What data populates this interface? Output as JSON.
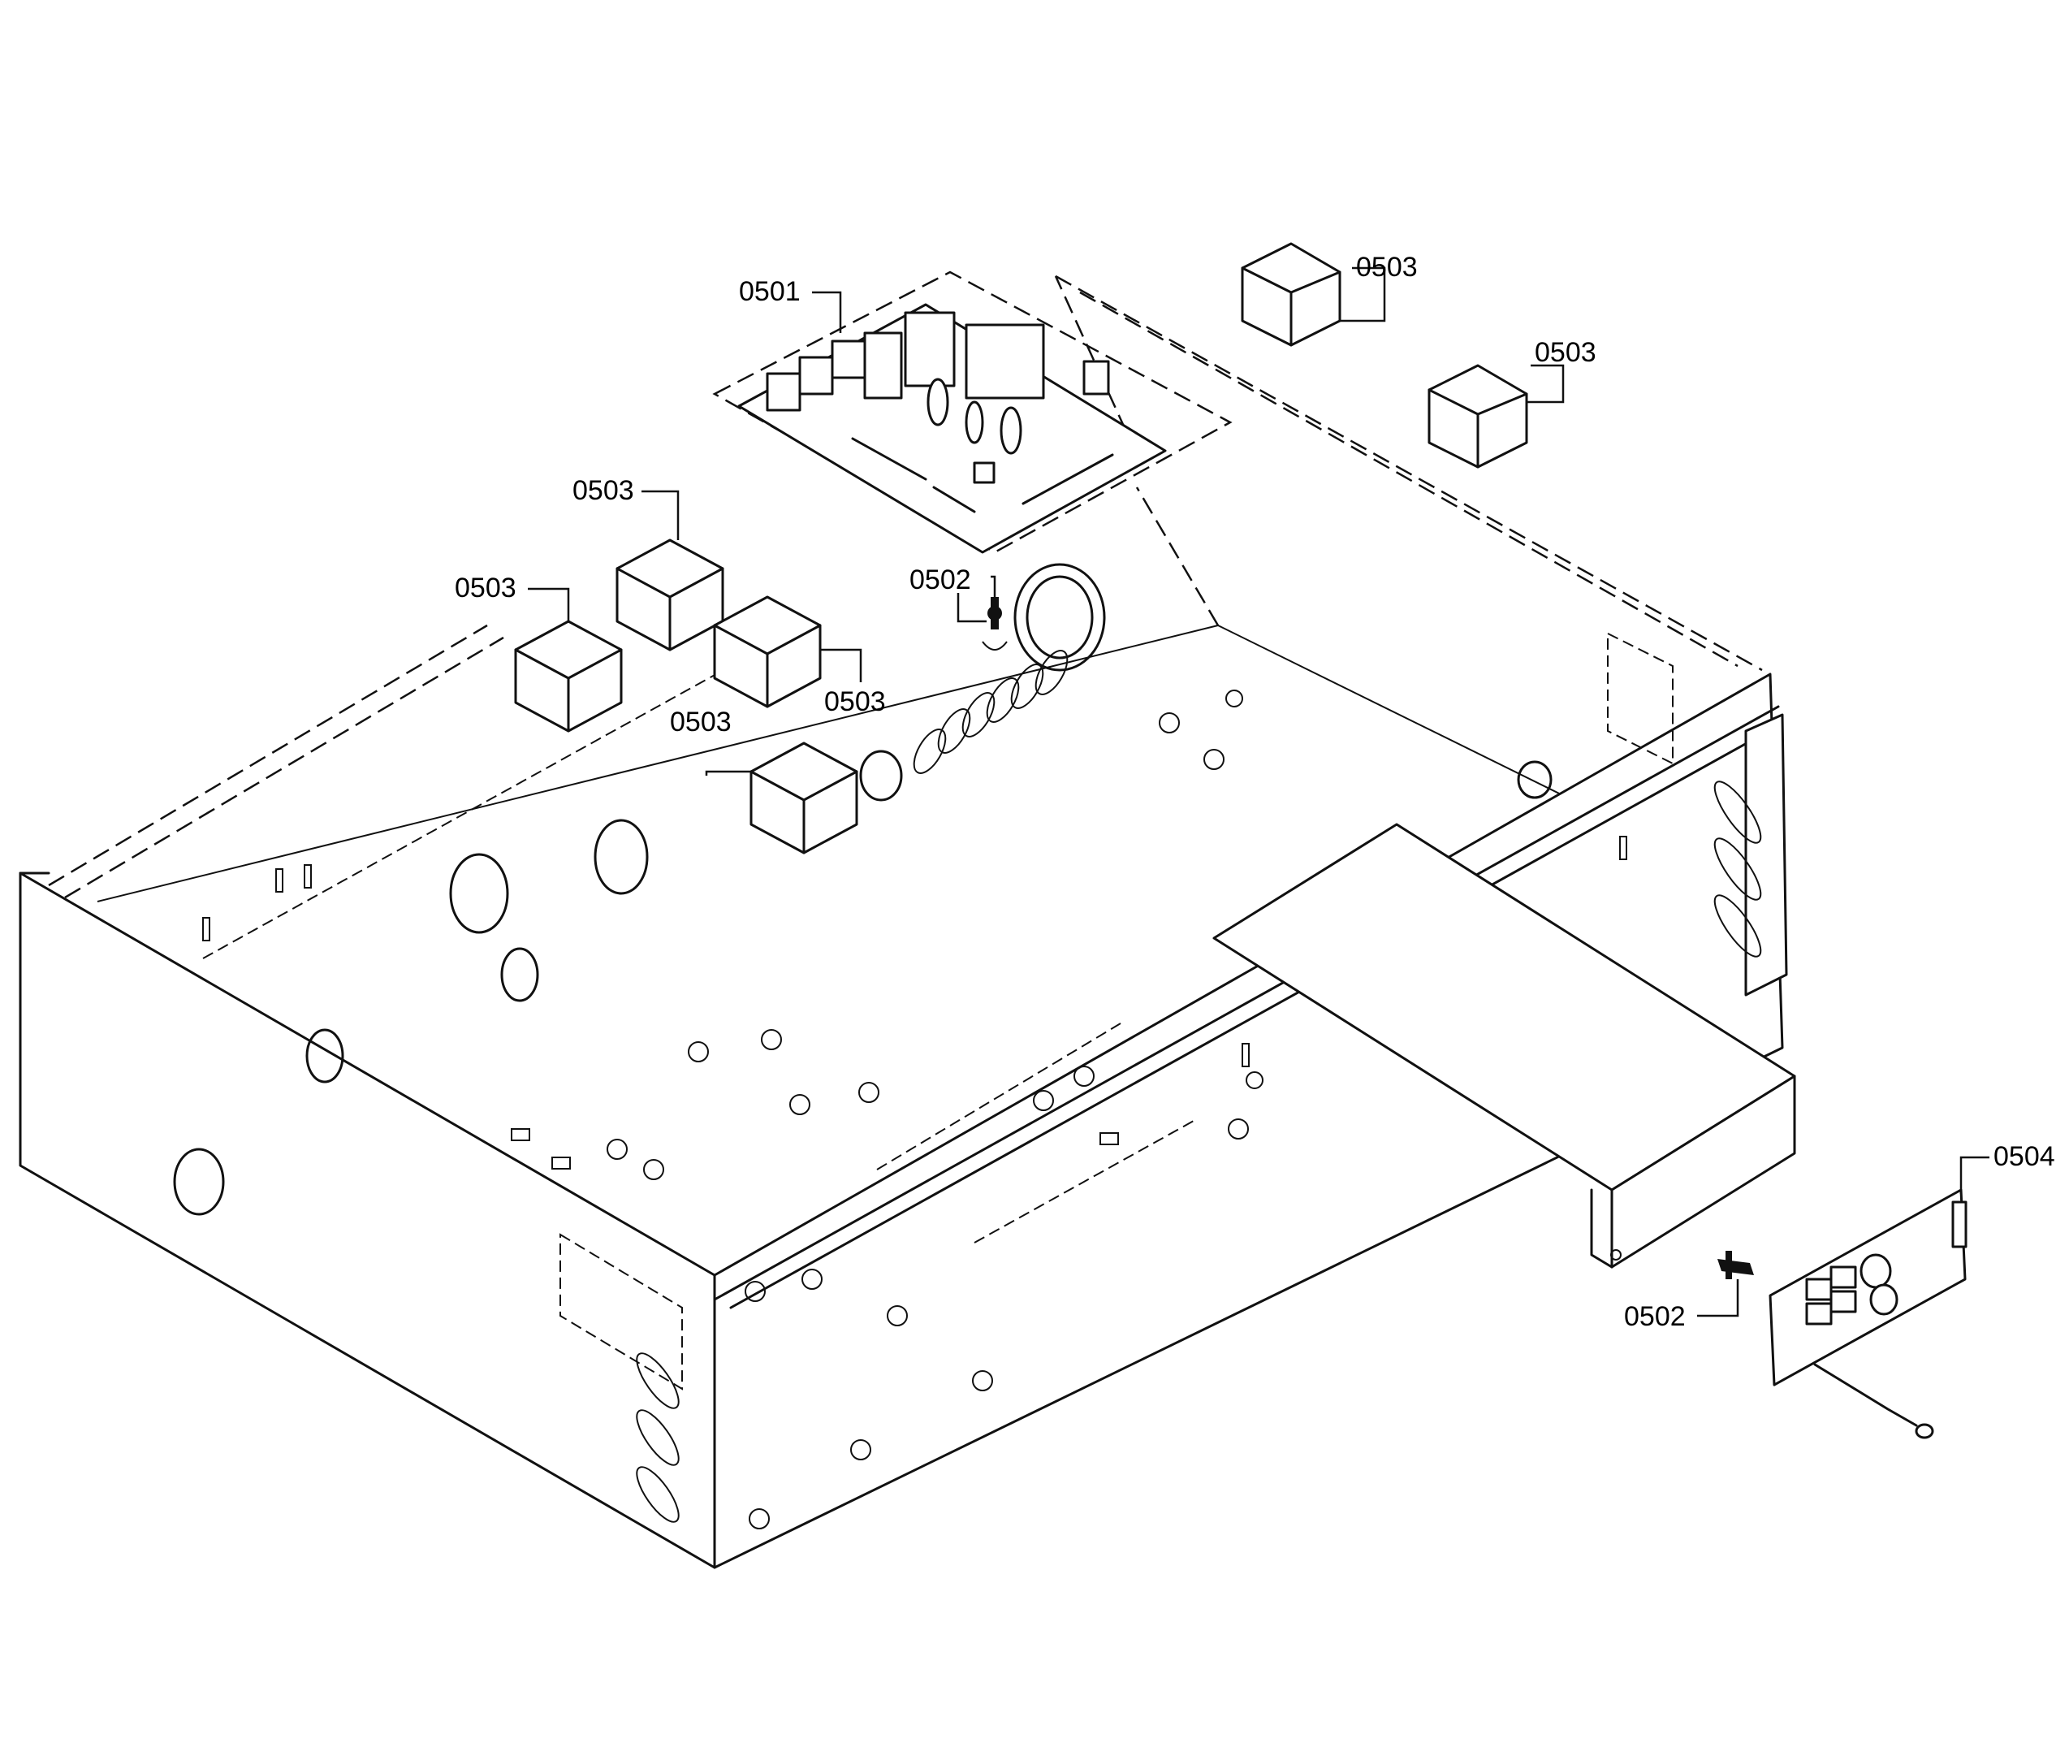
{
  "callouts": {
    "c0501": "0501",
    "c0502a": "0502",
    "c0502b": "0502",
    "c0503a": "0503",
    "c0503b": "0503",
    "c0503c": "0503",
    "c0503d": "0503",
    "c0503e": "0503",
    "c0503f": "0503",
    "c0504": "0504"
  }
}
